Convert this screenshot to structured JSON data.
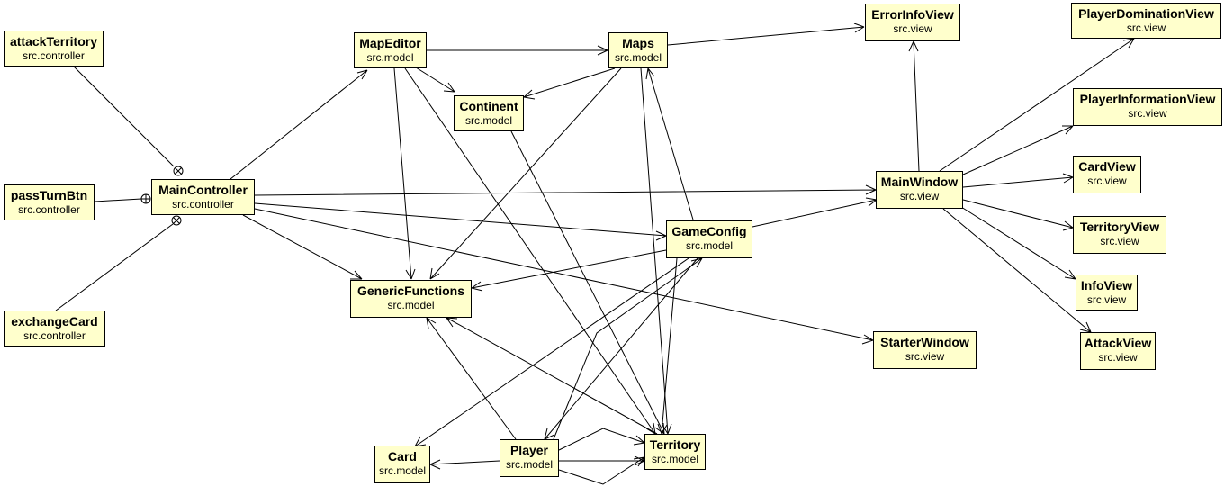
{
  "nodes": {
    "attackTerritory": {
      "name": "attackTerritory",
      "package": "src.controller"
    },
    "passTurnBtn": {
      "name": "passTurnBtn",
      "package": "src.controller"
    },
    "exchangeCard": {
      "name": "exchangeCard",
      "package": "src.controller"
    },
    "MainController": {
      "name": "MainController",
      "package": "src.controller"
    },
    "MapEditor": {
      "name": "MapEditor",
      "package": "src.model"
    },
    "Maps": {
      "name": "Maps",
      "package": "src.model"
    },
    "Continent": {
      "name": "Continent",
      "package": "src.model"
    },
    "GameConfig": {
      "name": "GameConfig",
      "package": "src.model"
    },
    "GenericFunctions": {
      "name": "GenericFunctions",
      "package": "src.model"
    },
    "Card": {
      "name": "Card",
      "package": "src.model"
    },
    "Player": {
      "name": "Player",
      "package": "src.model"
    },
    "Territory": {
      "name": "Territory",
      "package": "src.model"
    },
    "ErrorInfoView": {
      "name": "ErrorInfoView",
      "package": "src.view"
    },
    "MainWindow": {
      "name": "MainWindow",
      "package": "src.view"
    },
    "StarterWindow": {
      "name": "StarterWindow",
      "package": "src.view"
    },
    "PlayerDominationView": {
      "name": "PlayerDominationView",
      "package": "src.view"
    },
    "PlayerInformationView": {
      "name": "PlayerInformationView",
      "package": "src.view"
    },
    "CardView": {
      "name": "CardView",
      "package": "src.view"
    },
    "TerritoryView": {
      "name": "TerritoryView",
      "package": "src.view"
    },
    "InfoView": {
      "name": "InfoView",
      "package": "src.view"
    },
    "AttackView": {
      "name": "AttackView",
      "package": "src.view"
    }
  },
  "relations": [
    {
      "from": "attackTerritory",
      "to": "MainController",
      "type": "inner-class"
    },
    {
      "from": "passTurnBtn",
      "to": "MainController",
      "type": "inner-class"
    },
    {
      "from": "exchangeCard",
      "to": "MainController",
      "type": "inner-class"
    },
    {
      "from": "MainController",
      "to": "MapEditor",
      "type": "dependency"
    },
    {
      "from": "MainController",
      "to": "MainWindow",
      "type": "dependency"
    },
    {
      "from": "MainController",
      "to": "GameConfig",
      "type": "dependency"
    },
    {
      "from": "MainController",
      "to": "GenericFunctions",
      "type": "dependency"
    },
    {
      "from": "MainController",
      "to": "StarterWindow",
      "type": "dependency"
    },
    {
      "from": "MapEditor",
      "to": "Maps",
      "type": "dependency"
    },
    {
      "from": "MapEditor",
      "to": "Continent",
      "type": "dependency"
    },
    {
      "from": "MapEditor",
      "to": "GenericFunctions",
      "type": "dependency"
    },
    {
      "from": "MapEditor",
      "to": "Territory",
      "type": "dependency"
    },
    {
      "from": "Maps",
      "to": "ErrorInfoView",
      "type": "dependency"
    },
    {
      "from": "Maps",
      "to": "Continent",
      "type": "dependency"
    },
    {
      "from": "Maps",
      "to": "GenericFunctions",
      "type": "dependency"
    },
    {
      "from": "Maps",
      "to": "Territory",
      "type": "dependency"
    },
    {
      "from": "Continent",
      "to": "Territory",
      "type": "dependency"
    },
    {
      "from": "GameConfig",
      "to": "Maps",
      "type": "dependency"
    },
    {
      "from": "GameConfig",
      "to": "MainWindow",
      "type": "dependency"
    },
    {
      "from": "GameConfig",
      "to": "GenericFunctions",
      "type": "dependency"
    },
    {
      "from": "GameConfig",
      "to": "Card",
      "type": "dependency"
    },
    {
      "from": "GameConfig",
      "to": "Player",
      "type": "dependency"
    },
    {
      "from": "GameConfig",
      "to": "Territory",
      "type": "dependency"
    },
    {
      "from": "Player",
      "to": "GameConfig",
      "type": "dependency"
    },
    {
      "from": "Player",
      "to": "GenericFunctions",
      "type": "dependency"
    },
    {
      "from": "Player",
      "to": "Card",
      "type": "dependency"
    },
    {
      "from": "Player",
      "to": "Territory",
      "type": "dependency"
    },
    {
      "from": "Territory",
      "to": "GenericFunctions",
      "type": "dependency"
    },
    {
      "from": "MainWindow",
      "to": "ErrorInfoView",
      "type": "dependency"
    },
    {
      "from": "MainWindow",
      "to": "PlayerDominationView",
      "type": "dependency"
    },
    {
      "from": "MainWindow",
      "to": "PlayerInformationView",
      "type": "dependency"
    },
    {
      "from": "MainWindow",
      "to": "CardView",
      "type": "dependency"
    },
    {
      "from": "MainWindow",
      "to": "TerritoryView",
      "type": "dependency"
    },
    {
      "from": "MainWindow",
      "to": "InfoView",
      "type": "dependency"
    },
    {
      "from": "MainWindow",
      "to": "AttackView",
      "type": "dependency"
    }
  ]
}
